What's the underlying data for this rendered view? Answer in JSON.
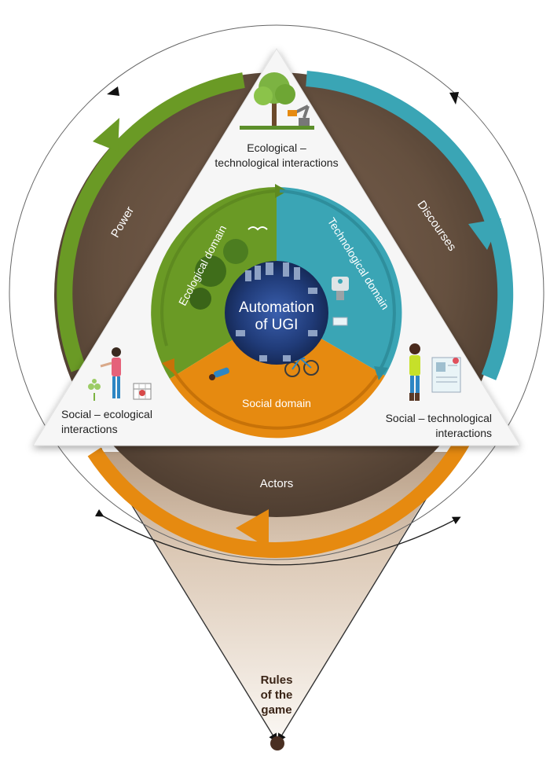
{
  "center": {
    "line1": "Automation",
    "line2": "of UGI"
  },
  "domains": {
    "ecological": "Ecological domain",
    "technological": "Technological domain",
    "social": "Social domain"
  },
  "interactions": {
    "eco_tech": {
      "line1": "Ecological –",
      "line2": "technological interactions"
    },
    "soc_eco": {
      "line1": "Social – ecological",
      "line2": "interactions"
    },
    "soc_tech": {
      "line1": "Social – technological",
      "line2": "interactions"
    }
  },
  "ring": {
    "power": "Power",
    "discourses": "Discourses",
    "actors": "Actors"
  },
  "rules": {
    "line1": "Rules",
    "line2": "of the",
    "line3": "game"
  },
  "colors": {
    "green": "#6a9a25",
    "teal": "#3aa5b5",
    "orange": "#e68a10",
    "soil": "#6b5443",
    "navy": "#1e3468"
  },
  "icons": [
    "tree-icon",
    "robot-arm-icon",
    "bird-icon",
    "robot-icon",
    "drone-icon",
    "woman-icon",
    "seedling-icon",
    "calendar-icon",
    "man-icon",
    "app-screen-icon",
    "bicycle-icon",
    "city-skyline-icon"
  ]
}
